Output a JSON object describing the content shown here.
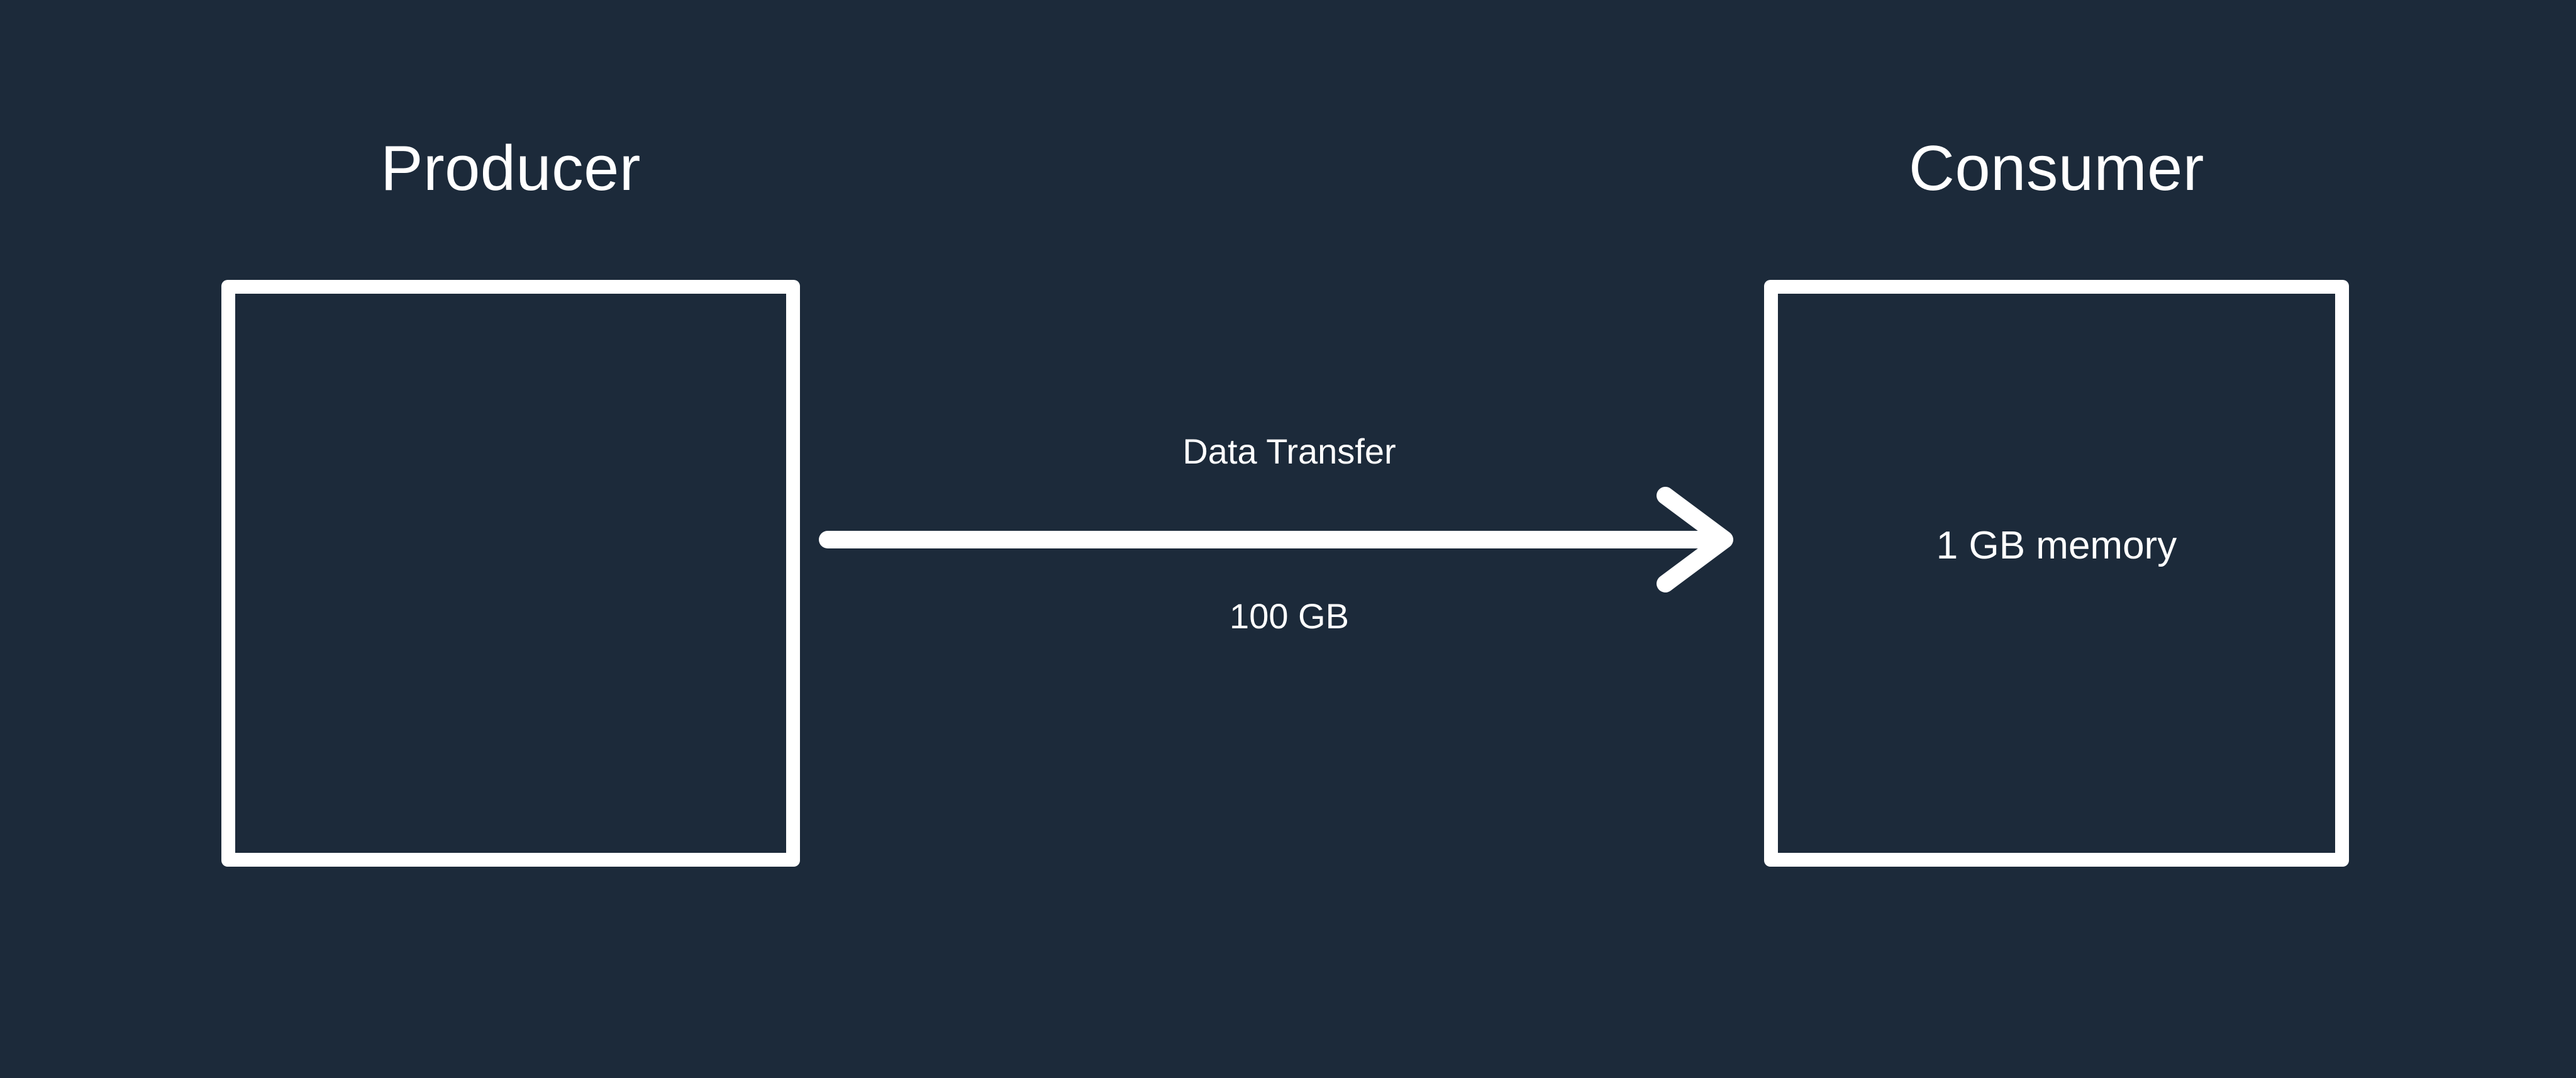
{
  "canvas": {
    "background_color": "#1c2a3a",
    "stroke_color": "#ffffff",
    "text_color": "#ffffff"
  },
  "diagram": {
    "type": "flow",
    "nodes": [
      {
        "id": "producer",
        "title": "Producer",
        "inner_label": "",
        "shape": "rectangle"
      },
      {
        "id": "consumer",
        "title": "Consumer",
        "inner_label": "1 GB memory",
        "shape": "rectangle"
      }
    ],
    "edges": [
      {
        "id": "data-transfer",
        "from": "producer",
        "to": "consumer",
        "label_primary": "Data Transfer",
        "label_secondary": "100 GB",
        "direction": "right",
        "arrowhead": "chevron"
      }
    ]
  },
  "producer": {
    "title": "Producer"
  },
  "consumer": {
    "title": "Consumer",
    "memory_label": "1 GB memory"
  },
  "edge": {
    "label_primary": "Data Transfer",
    "label_secondary": "100 GB"
  }
}
